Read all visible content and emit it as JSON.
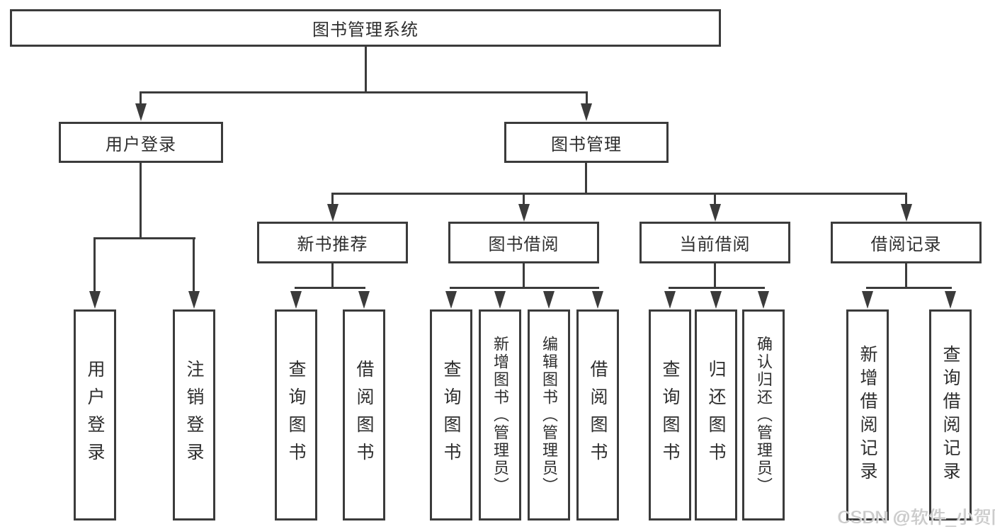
{
  "diagram": {
    "title": "图书管理系统",
    "root": "图书管理系统",
    "level2": {
      "user_login": "用户登录",
      "book_mgmt": "图书管理"
    },
    "level3": {
      "new_book": "新书推荐",
      "book_borrow": "图书借阅",
      "current_borrow": "当前借阅",
      "borrow_record": "借阅记录"
    },
    "leaves": {
      "user_login": [
        "用户登录",
        "注销登录"
      ],
      "new_book": [
        "查询图书",
        "借阅图书"
      ],
      "book_borrow": [
        "查询图书",
        "新增图书（管理员）",
        "编辑图书（管理员）",
        "借阅图书"
      ],
      "current_borrow": [
        "查询图书",
        "归还图书",
        "确认归还（管理员）"
      ],
      "borrow_record": [
        "新增借阅记录",
        "查询借阅记录"
      ]
    },
    "colors": {
      "line": "#3b3b3b",
      "text": "#2e2e2e",
      "background": "#ffffff",
      "watermark": "#c9c9c9"
    }
  },
  "watermark": {
    "text": "CSDN @软件_小贺同学"
  }
}
